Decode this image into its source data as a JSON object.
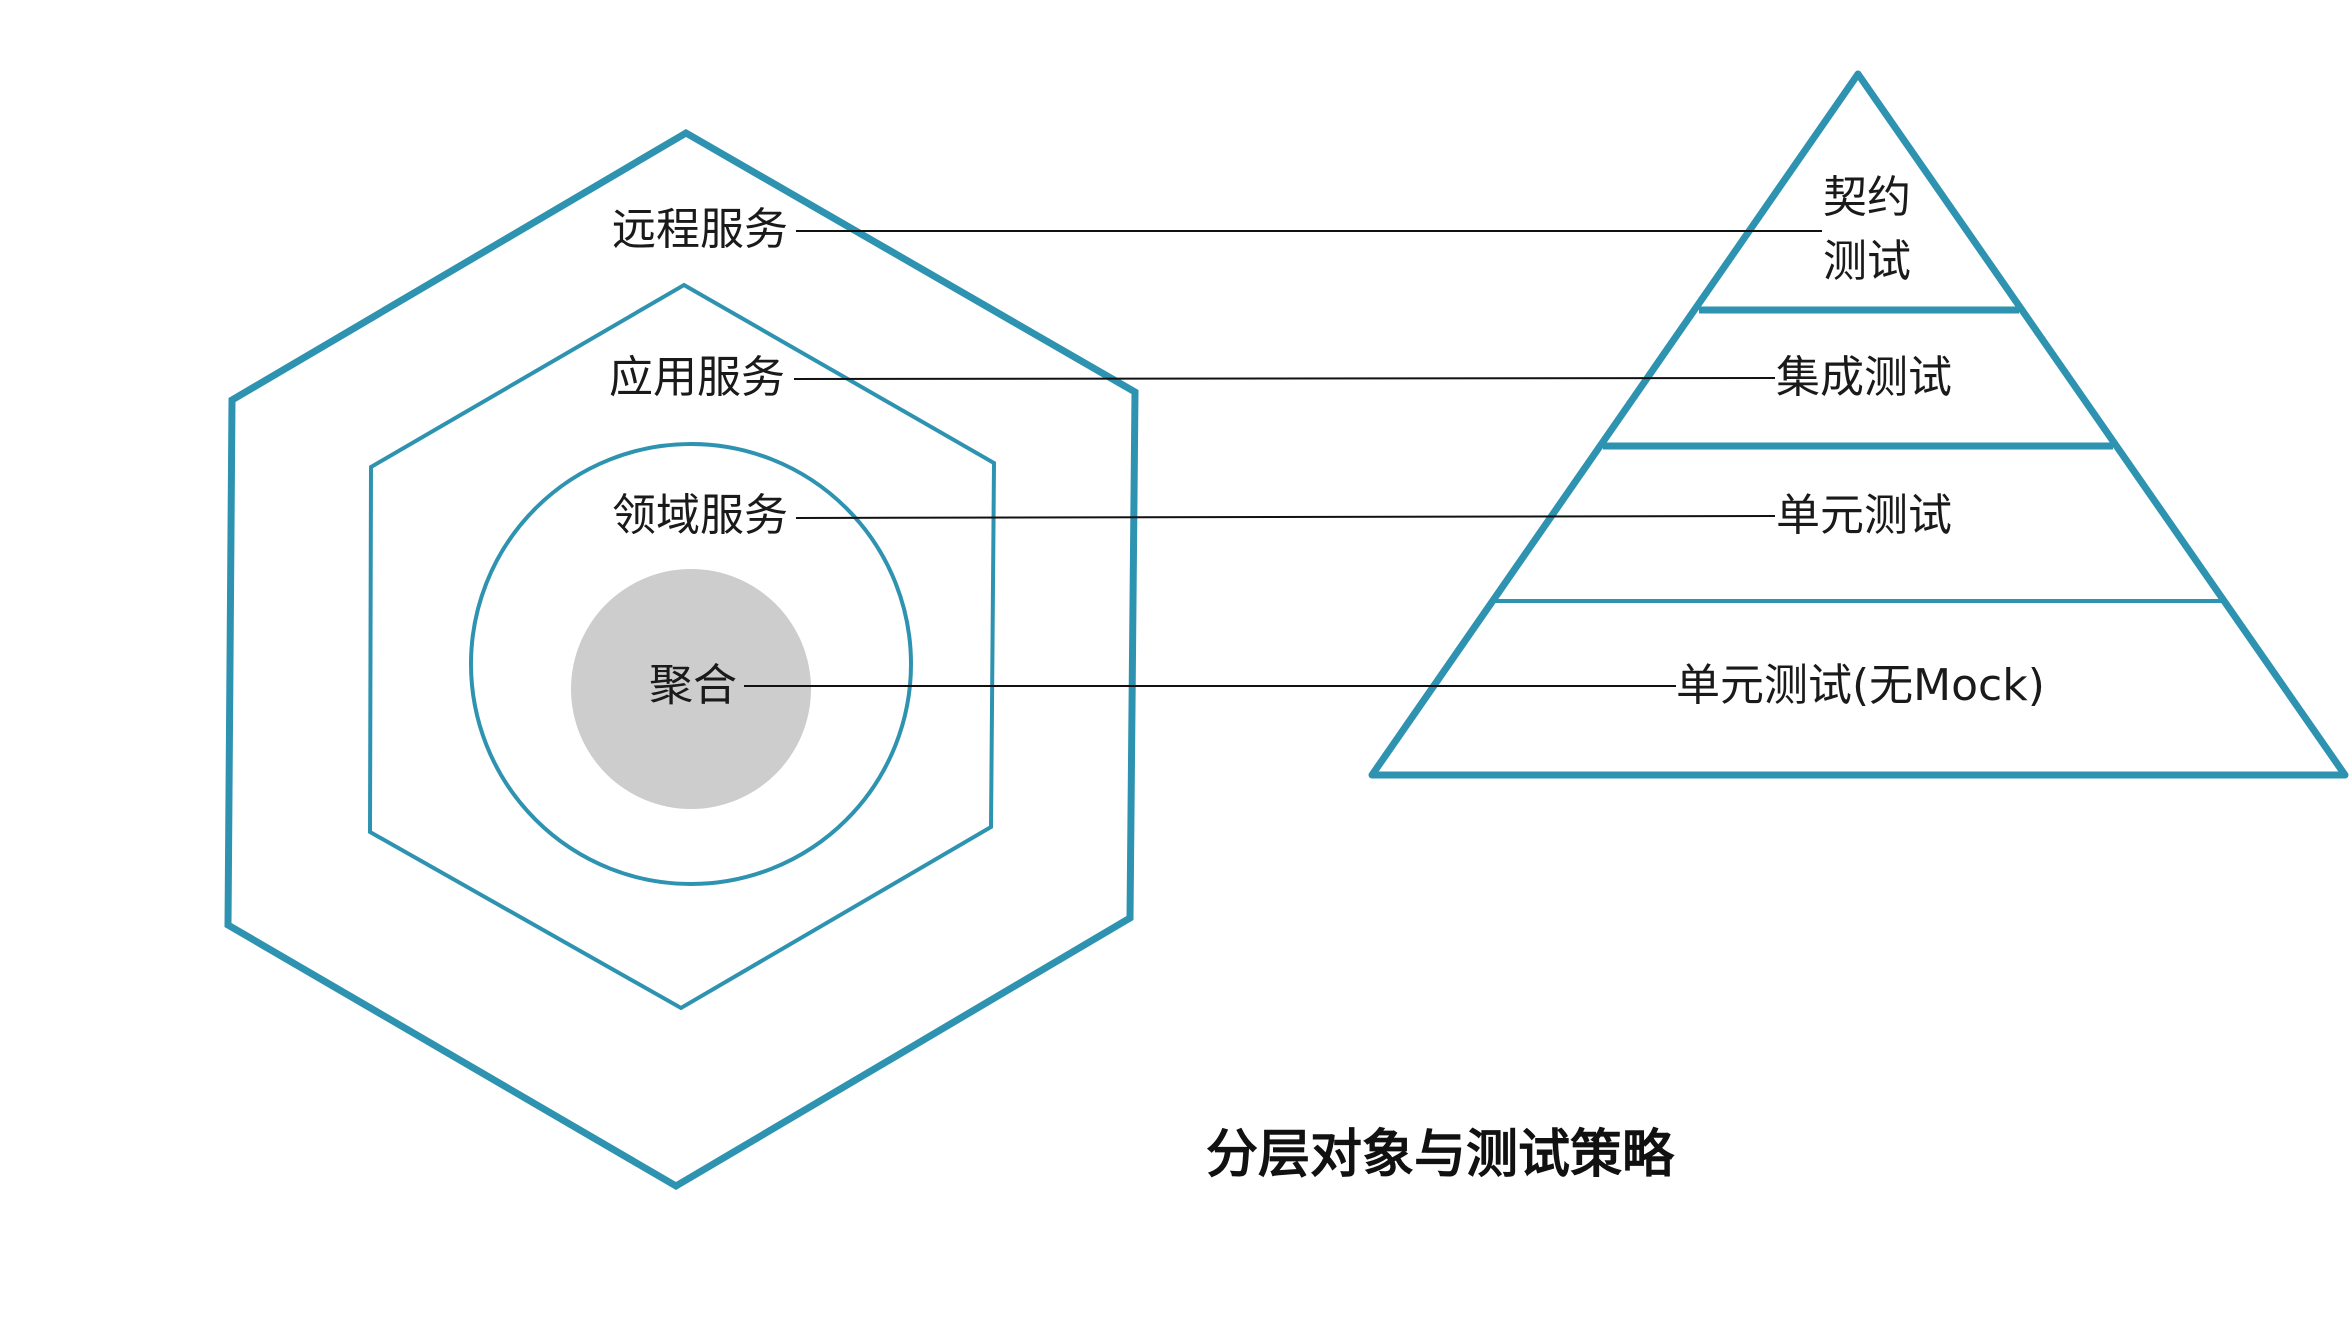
{
  "title": "分层对象与测试策略",
  "colors": {
    "stroke": "#2e93b0",
    "core_fill": "#cdcdcd",
    "connector": "#111111"
  },
  "layers": {
    "remote": "远程服务",
    "application": "应用服务",
    "domain": "领域服务",
    "aggregate": "聚合"
  },
  "tests": {
    "contract_line1": "契约",
    "contract_line2": "测试",
    "integration": "集成测试",
    "unit": "单元测试",
    "unit_no_mock": "单元测试(无Mock)"
  }
}
